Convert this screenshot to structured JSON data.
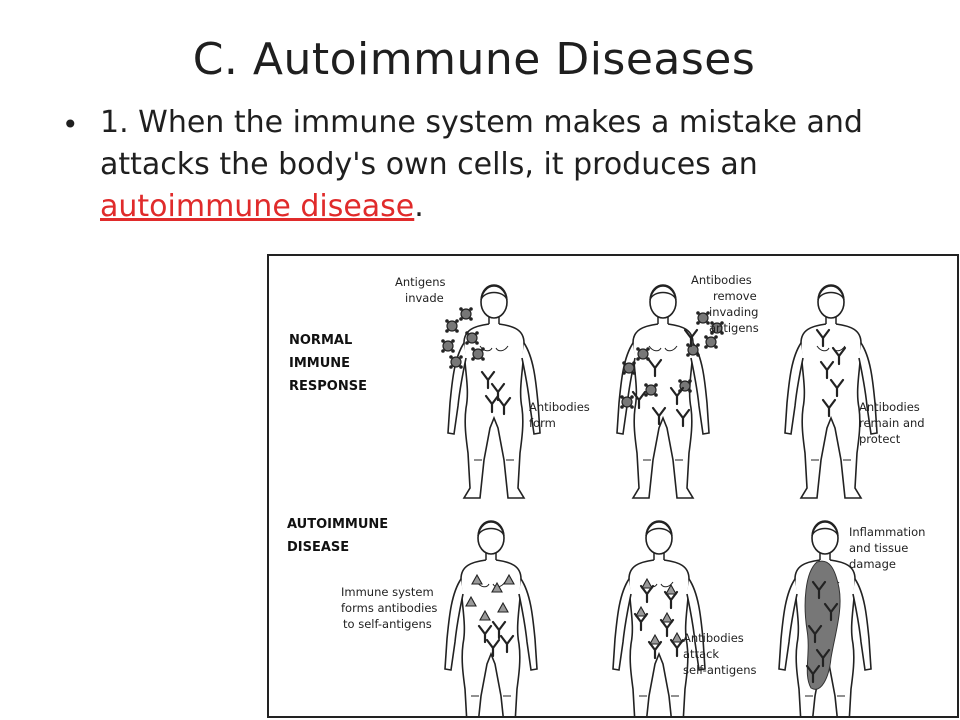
{
  "slide": {
    "title": "C. Autoimmune Diseases",
    "bullet": {
      "marker": "•",
      "text_before": "1. When the immune system makes a mistake and attacks the body's own cells, it produces an ",
      "link_text": "autoimmune disease",
      "text_after": ".",
      "link_color": "#e02b2b"
    }
  },
  "figure": {
    "rows": [
      {
        "heading": [
          "NORMAL",
          "IMMUNE",
          "RESPONSE"
        ]
      },
      {
        "heading": [
          "AUTOIMMUNE",
          "DISEASE"
        ]
      }
    ],
    "captions": {
      "antigens_invade": [
        "Antigens",
        "invade"
      ],
      "antibodies_form": [
        "Antibodies",
        "form"
      ],
      "antibodies_remove": [
        "Antibodies",
        "remove",
        "invading",
        "antigens"
      ],
      "antibodies_remain": [
        "Antibodies",
        "remain and",
        "protect"
      ],
      "immune_system_forms": [
        "Immune system",
        "forms antibodies",
        "to self-antigens"
      ],
      "antibodies_attack": [
        "Antibodies",
        "attack",
        "self-antigens"
      ],
      "inflammation": [
        "Inflammation",
        "and tissue",
        "damage"
      ]
    }
  }
}
